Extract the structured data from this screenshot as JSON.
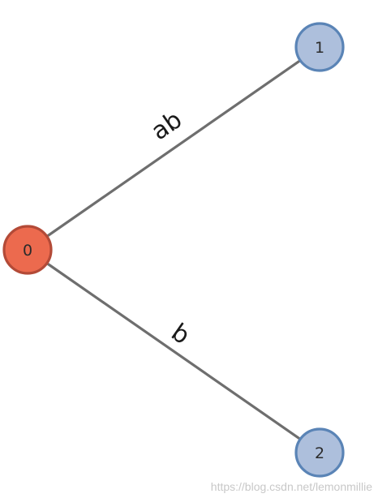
{
  "nodes": [
    {
      "id": "0",
      "label": "0",
      "kind": "start"
    },
    {
      "id": "1",
      "label": "1",
      "kind": "state"
    },
    {
      "id": "2",
      "label": "2",
      "kind": "state"
    }
  ],
  "edges": [
    {
      "from": "0",
      "to": "1",
      "label": "ab"
    },
    {
      "from": "0",
      "to": "2",
      "label": "b"
    }
  ],
  "watermark": "https://blog.csdn.net/lemonmillie",
  "colors": {
    "start_fill": "#ec6a4e",
    "start_stroke": "#b34a37",
    "state_fill": "#adbfdc",
    "state_stroke": "#5a84b6",
    "edge": "#6e6e6e"
  }
}
